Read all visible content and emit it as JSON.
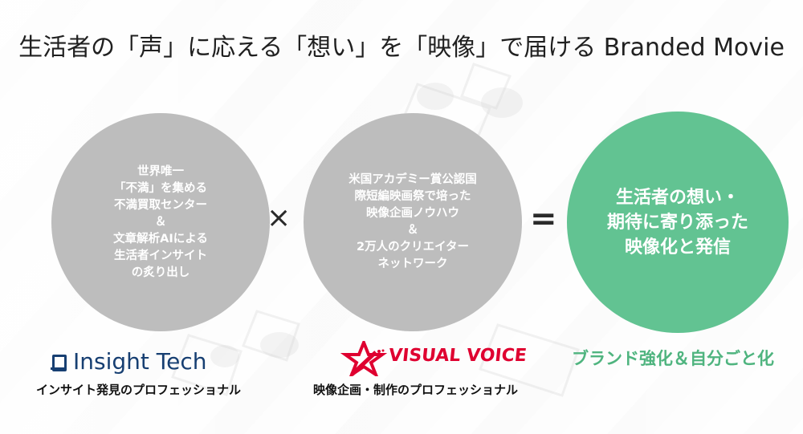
{
  "title": "生活者の「声」に応える「想い」を「映像」で届ける Branded Movie",
  "circles": {
    "left": {
      "lines": [
        "世界唯一",
        "「不満」を集める",
        "不満買取センター",
        "＆",
        "文章解析AIによる",
        "生活者インサイト",
        "の炙り出し"
      ]
    },
    "middle": {
      "lines": [
        "米国アカデミー賞公認国",
        "際短編映画祭で培った",
        "映像企画ノウハウ",
        "＆",
        "2万人のクリエイター",
        "ネットワーク"
      ]
    },
    "right": {
      "lines": [
        "生活者の想い・",
        "期待に寄り添った",
        "映像化と発信"
      ]
    }
  },
  "operators": {
    "times": "×",
    "equals": "="
  },
  "logos": {
    "insight_tech": "Insight Tech",
    "visual_voice": "VISUAL VOICE"
  },
  "captions": {
    "insight_tech": "インサイト発見のプロフェッショナル",
    "visual_voice": "映像企画・制作のプロフェッショナル",
    "result": "ブランド強化＆自分ごと化"
  },
  "colors": {
    "gray_circle": "#bdbdbd",
    "green_circle": "#62c392",
    "insight_blue": "#173f72",
    "visual_voice_red": "#df0030",
    "result_green": "#4fb47f"
  }
}
